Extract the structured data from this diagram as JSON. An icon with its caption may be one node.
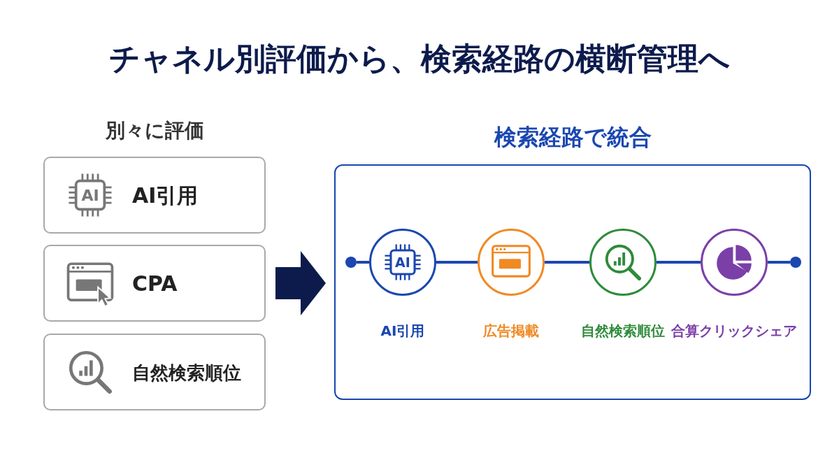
{
  "diagram": {
    "title": "チャネル別評価から、検索経路の横断管理へ",
    "nodes": [
      {
        "text": [
          "AI",
          "AI引用"
        ]
      },
      {
        "text": [
          "CPA"
        ]
      },
      {
        "text": [
          "自然検索順位"
        ]
      },
      {
        "text": [
          "検索経路で統合"
        ]
      },
      {
        "text": [],
        "shape": "circle",
        "in": 3
      },
      {
        "text": [
          "AI"
        ],
        "beside": [
          "AI引用"
        ],
        "in": 3
      },
      {
        "text": [],
        "shape": "circle",
        "beside": [
          "広告掲載"
        ],
        "in": 3
      },
      {
        "text": [],
        "shape": "circle",
        "beside": [
          "自然検索順位"
        ],
        "in": 3
      },
      {
        "text": [],
        "shape": "circle",
        "beside": [
          "合算クリックシェア"
        ],
        "in": 3
      },
      {
        "text": [],
        "shape": "circle",
        "in": 3
      }
    ],
    "edges": [
      {
        "from": 1,
        "to": 3,
        "arrow": "to",
        "style": "thick",
        "color": "#0d1b4c"
      },
      {
        "from": 4,
        "to": 5,
        "arrow": "none"
      },
      {
        "from": 5,
        "to": 6,
        "arrow": "none"
      },
      {
        "from": 6,
        "to": 7,
        "arrow": "none"
      },
      {
        "from": 7,
        "to": 8,
        "arrow": "none"
      },
      {
        "from": 8,
        "to": 9,
        "arrow": "none"
      }
    ],
    "labels": [
      "別々に評価"
    ]
  }
}
